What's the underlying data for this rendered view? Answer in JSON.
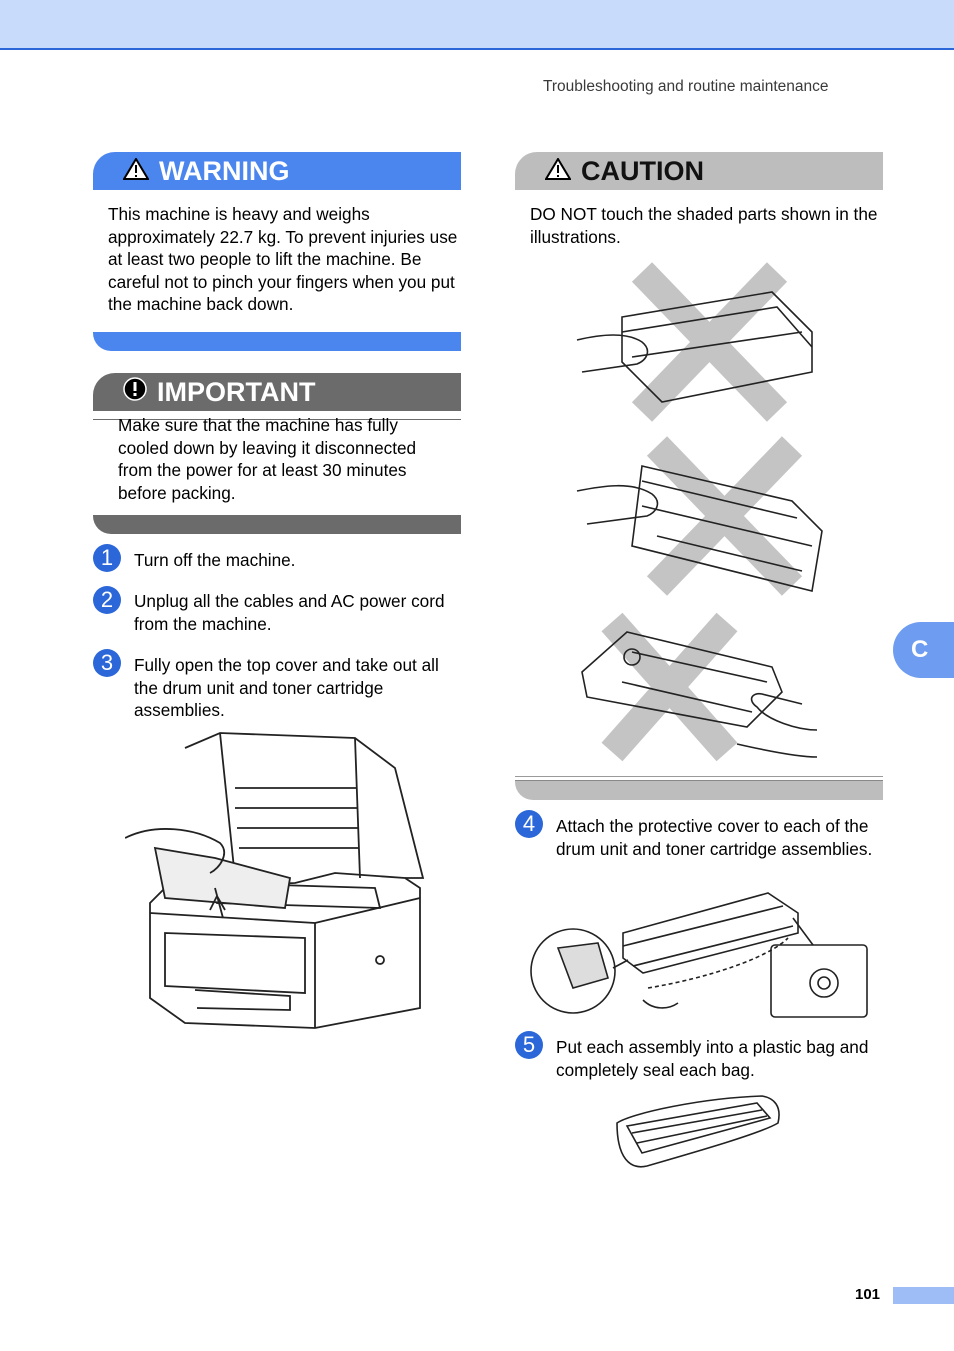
{
  "header": {
    "running_head": "Troubleshooting and routine maintenance"
  },
  "warning": {
    "title": "WARNING",
    "text": "This machine is heavy and weighs approximately 22.7 kg. To prevent injuries use at least two people to lift the machine. Be careful not to pinch your fingers when you put the machine back down."
  },
  "important": {
    "title": "IMPORTANT",
    "text": "Make sure that the machine has fully cooled down by leaving it disconnected from the power for at least 30 minutes before packing."
  },
  "caution": {
    "title": "CAUTION",
    "text": "DO NOT touch the shaded parts shown in the illustrations."
  },
  "steps": [
    {
      "num": "1",
      "text": "Turn off the machine."
    },
    {
      "num": "2",
      "text": "Unplug all the cables and AC power cord from the machine."
    },
    {
      "num": "3",
      "text": "Fully open the top cover and take out all the drum unit and toner cartridge assemblies."
    },
    {
      "num": "4",
      "text": "Attach the protective cover to each of the drum unit and toner cartridge assemblies."
    },
    {
      "num": "5",
      "text": "Put each assembly into a plastic bag and completely seal each bag."
    }
  ],
  "side_tab": {
    "label": "C"
  },
  "footer": {
    "page_number": "101"
  },
  "colors": {
    "accent_blue": "#2b67d8",
    "warning_blue": "#4a86ee",
    "caution_gray": "#bdbdbd",
    "important_gray": "#6b6b6b"
  }
}
